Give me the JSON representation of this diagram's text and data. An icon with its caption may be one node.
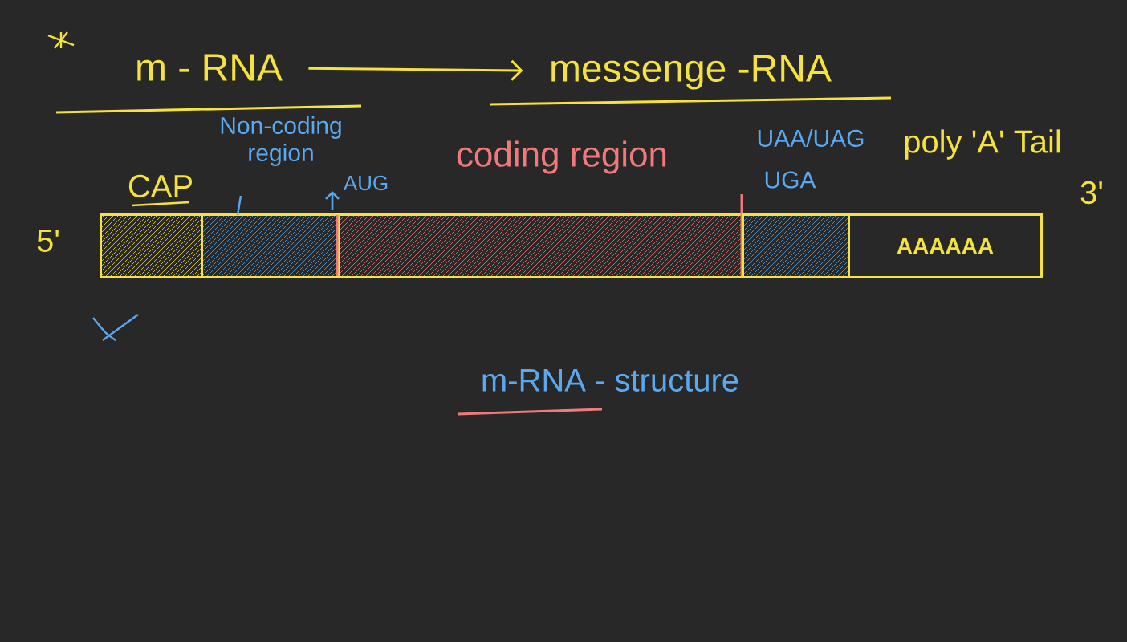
{
  "diagram": {
    "nodes": [
      {
        "text": [
          "m - RNA"
        ]
      },
      {
        "text": [
          "messenge -RNA"
        ]
      },
      {
        "text": [],
        "shape": "box"
      },
      {
        "text": [],
        "shape": "box"
      },
      {
        "text": [],
        "shape": "box"
      },
      {
        "text": [],
        "shape": "box"
      },
      {
        "text": [
          "AAAAAA"
        ]
      }
    ],
    "edges": [
      {
        "from": 0,
        "to": 1,
        "arrow": "to"
      }
    ],
    "labels": [
      "5'",
      "CAP",
      "Non-coding region",
      "AUG",
      "coding region",
      "UAA/UAG",
      "UGA",
      "poly 'A' Tail",
      "3'",
      "m-RNA - structure"
    ]
  }
}
